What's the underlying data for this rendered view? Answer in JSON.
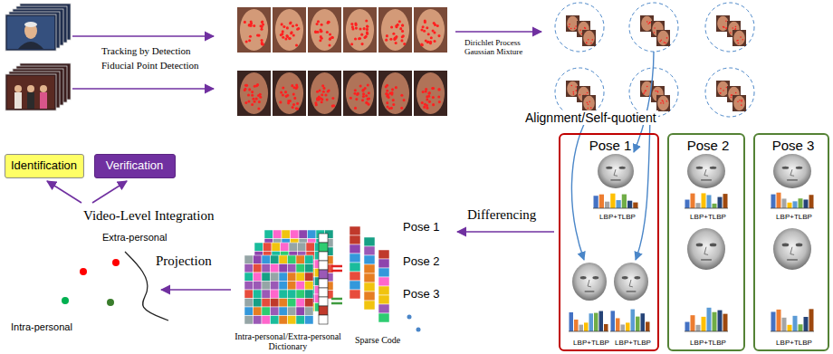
{
  "diagram": {
    "nodes": [
      {
        "text": [
          "Pose 1",
          "LBP+TLBP",
          "LBP+TLBP",
          "LBP+TLBP"
        ]
      },
      {
        "text": [
          "Pose 2",
          "LBP+TLBP",
          "LBP+TLBP"
        ]
      },
      {
        "text": [
          "Pose 3",
          "LBP+TLBP",
          "LBP+TLBP"
        ]
      },
      {
        "text": [
          "Identification"
        ]
      },
      {
        "text": [
          "Verification"
        ]
      }
    ],
    "labels": [
      "Tracking by Detection",
      "Fiducial Point Detection",
      "Dirichlet Process Gaussian Mixture",
      "Alignment/Self-quotient",
      "Differencing",
      "Pose 1",
      "Pose 2",
      "Pose 3",
      "Intra-personal/Extra-personal Dictionary",
      "Sparse Code",
      "Projection",
      "Extra-personal",
      "Intra-personal",
      "Video-Level Integration"
    ]
  }
}
